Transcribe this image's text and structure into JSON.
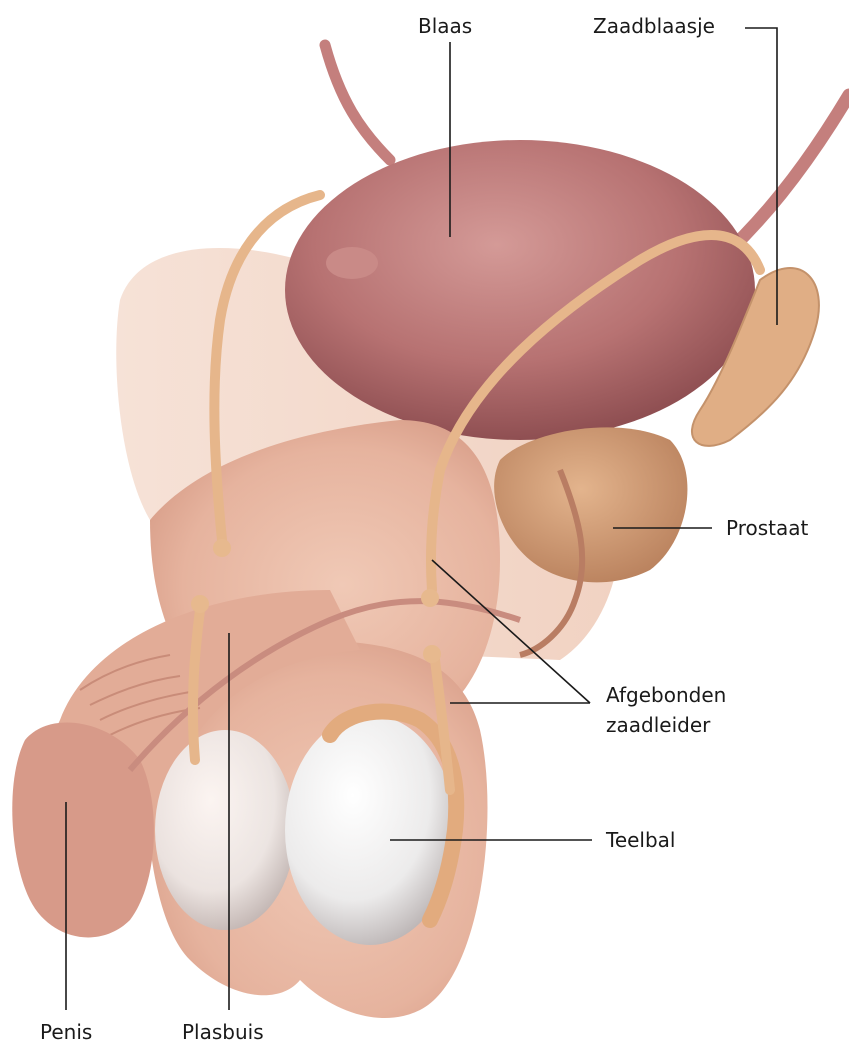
{
  "labels": {
    "bladder": "Blaas",
    "seminal_vesicle": "Zaadblaasje",
    "prostate": "Prostaat",
    "vas_deferens_line1": "Afgebonden",
    "vas_deferens_line2": "zaadleider",
    "testicle": "Teelbal",
    "penis": "Penis",
    "urethra": "Plasbuis"
  },
  "colors": {
    "skin": "#e8b9a4",
    "skin_shadow": "#c98c79",
    "bladder": "#b77272",
    "bladder_shadow": "#8f4f52",
    "duct": "#e6b68b",
    "prostate": "#c9926a",
    "testicle": "#e9e6e6",
    "line": "#1a1a1a"
  }
}
